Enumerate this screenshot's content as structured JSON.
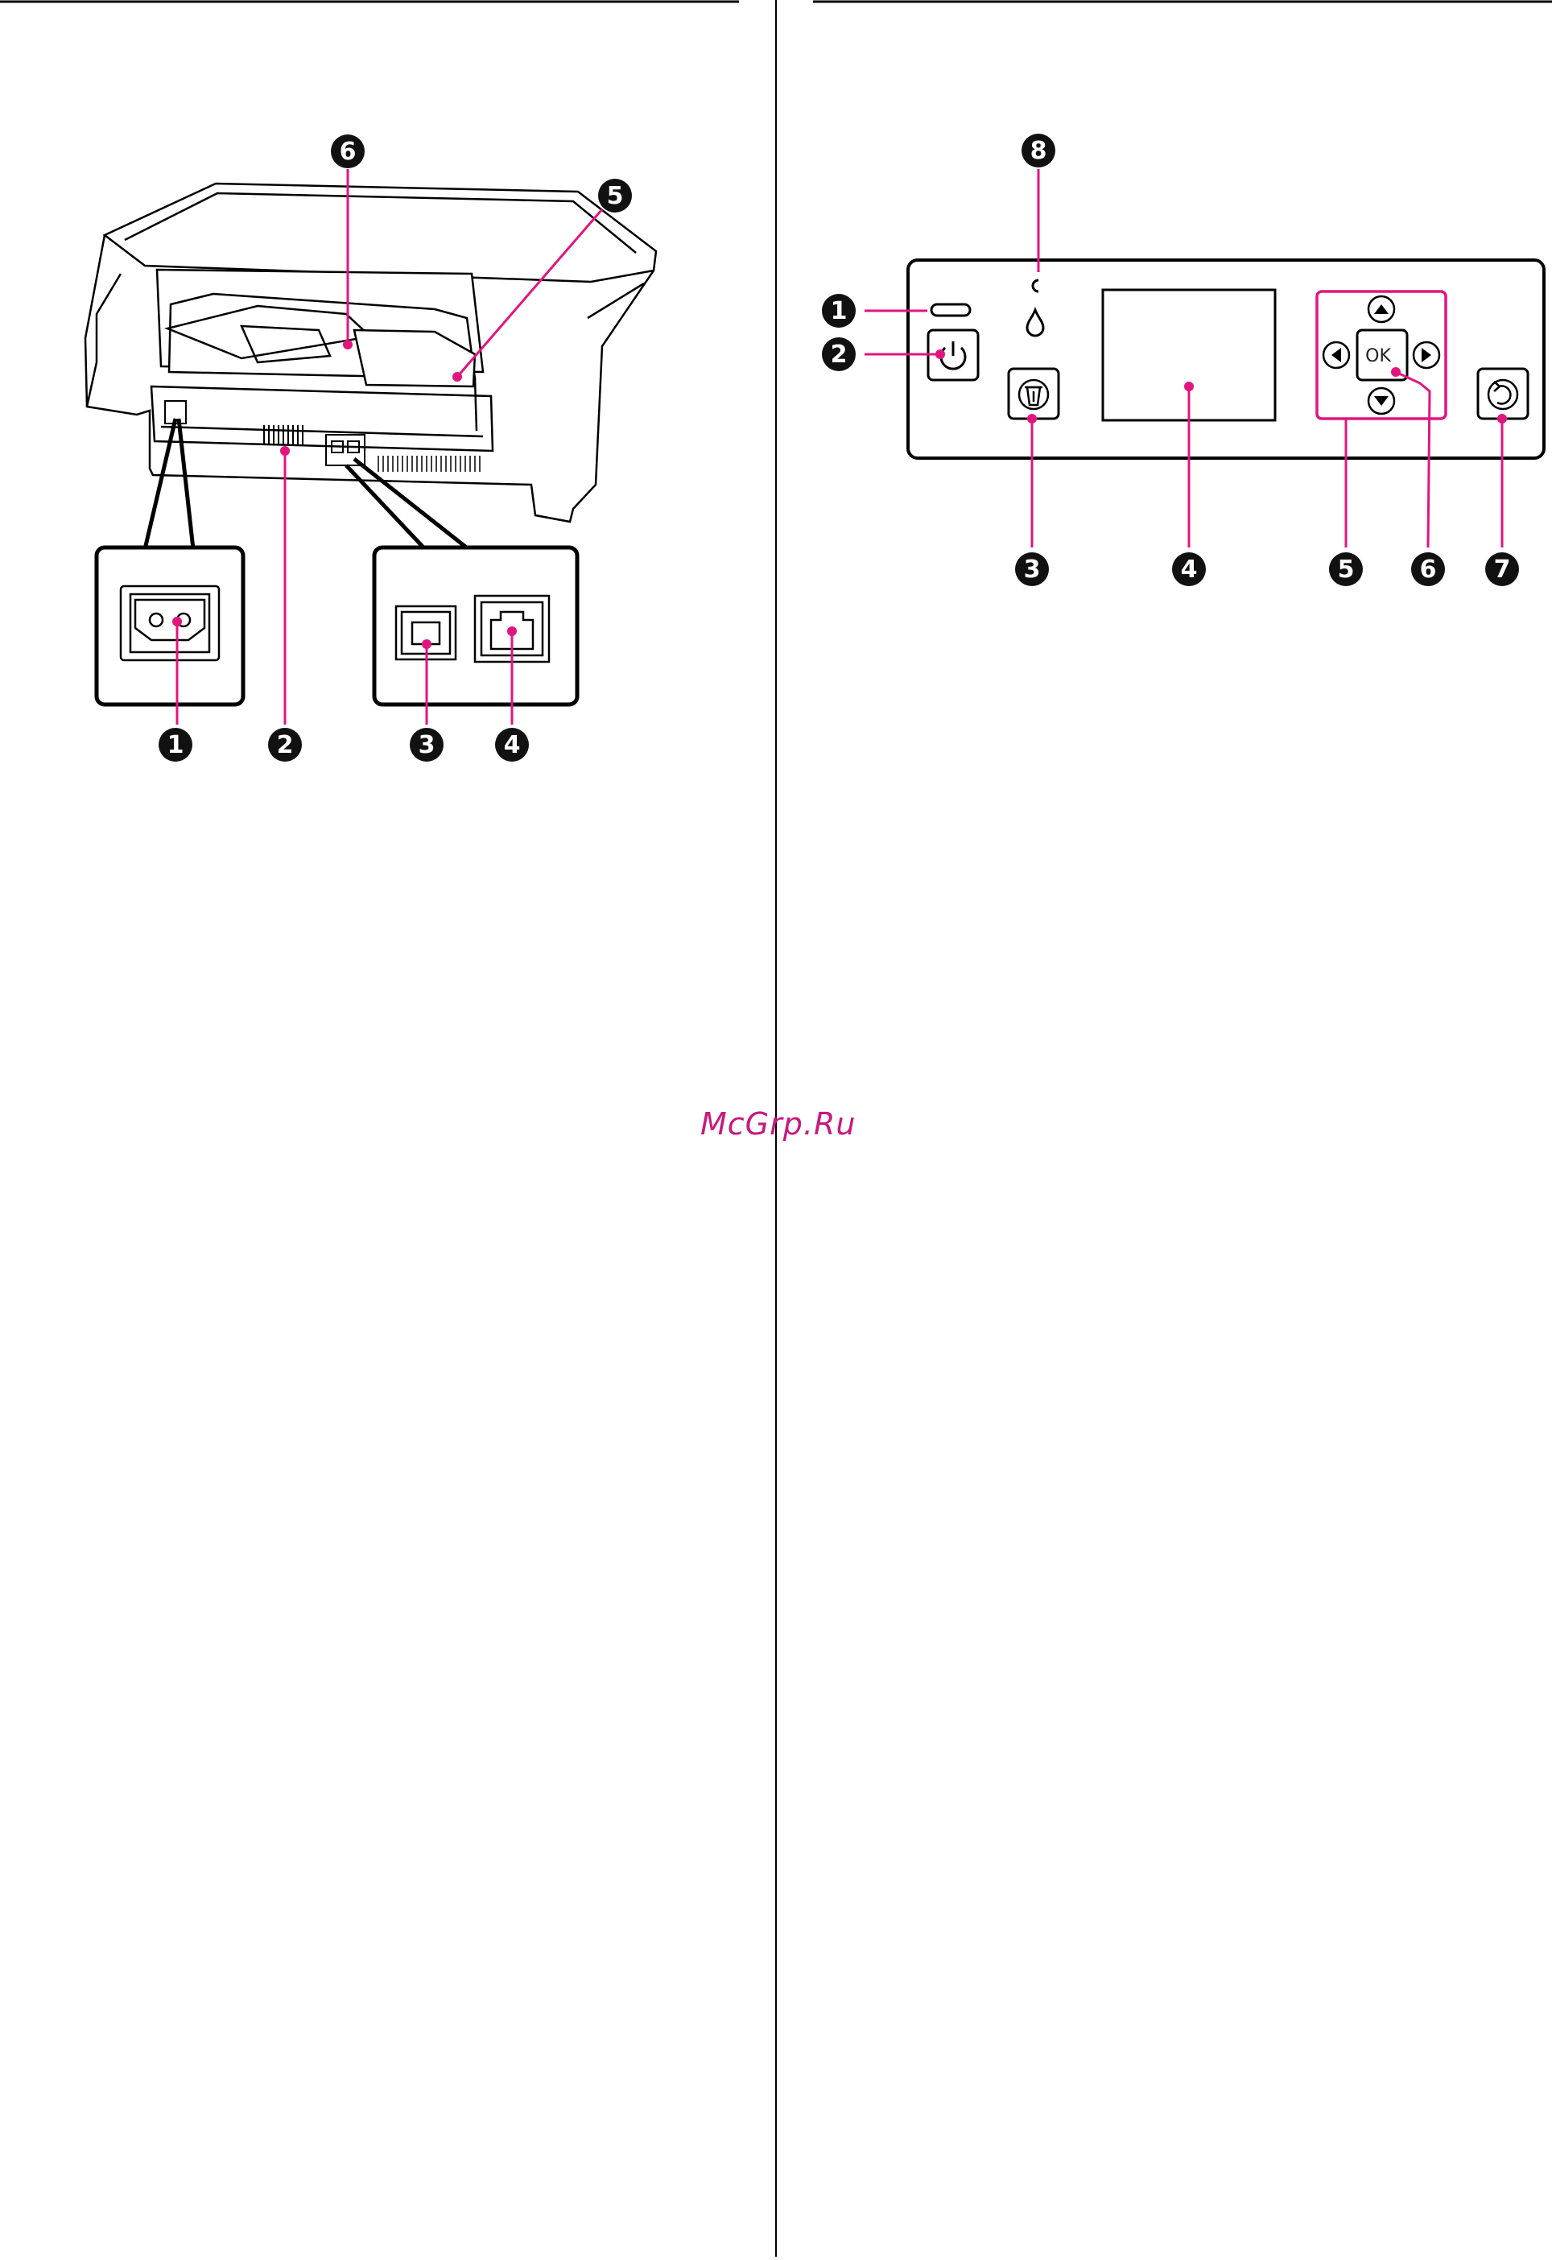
{
  "watermark": "McGrp.Ru",
  "accent_color": "#e2157f",
  "rear_view": {
    "callouts": [
      "1",
      "2",
      "3",
      "4",
      "5",
      "6"
    ],
    "icons": [
      "printer-rear-illustration",
      "ac-inlet-icon",
      "usb-b-port-icon",
      "lan-port-icon",
      "vent-icon"
    ]
  },
  "control_panel": {
    "ok_label": "OK",
    "callouts": [
      "1",
      "2",
      "3",
      "4",
      "5",
      "6",
      "7",
      "8"
    ],
    "icons": [
      "power-icon",
      "delete-icon",
      "back-icon",
      "ink-drop-icon",
      "arrow-up-icon",
      "arrow-down-icon",
      "arrow-left-icon",
      "arrow-right-icon"
    ]
  }
}
